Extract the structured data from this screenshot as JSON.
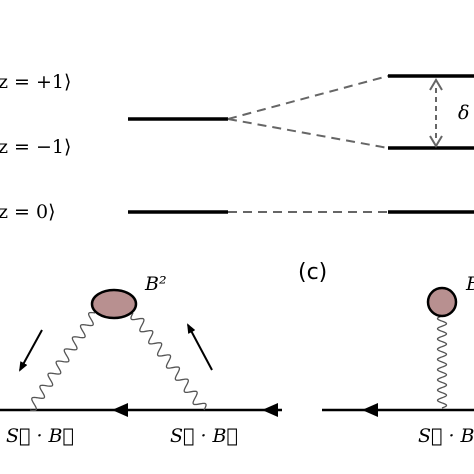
{
  "levels": {
    "plus_one": "z = +1⟩",
    "minus_one": "z = −1⟩",
    "zero": "z = 0⟩"
  },
  "splitting_symbol": "δ",
  "panel_c_label": "(c)",
  "bubble_label": "B²",
  "vertex_label": "S⃗ · B⃗",
  "colors": {
    "blob_fill": "#b89090",
    "line": "#000000",
    "dashed": "#666666"
  },
  "icons": [
    "double-arrow-icon",
    "arrow-icon"
  ]
}
